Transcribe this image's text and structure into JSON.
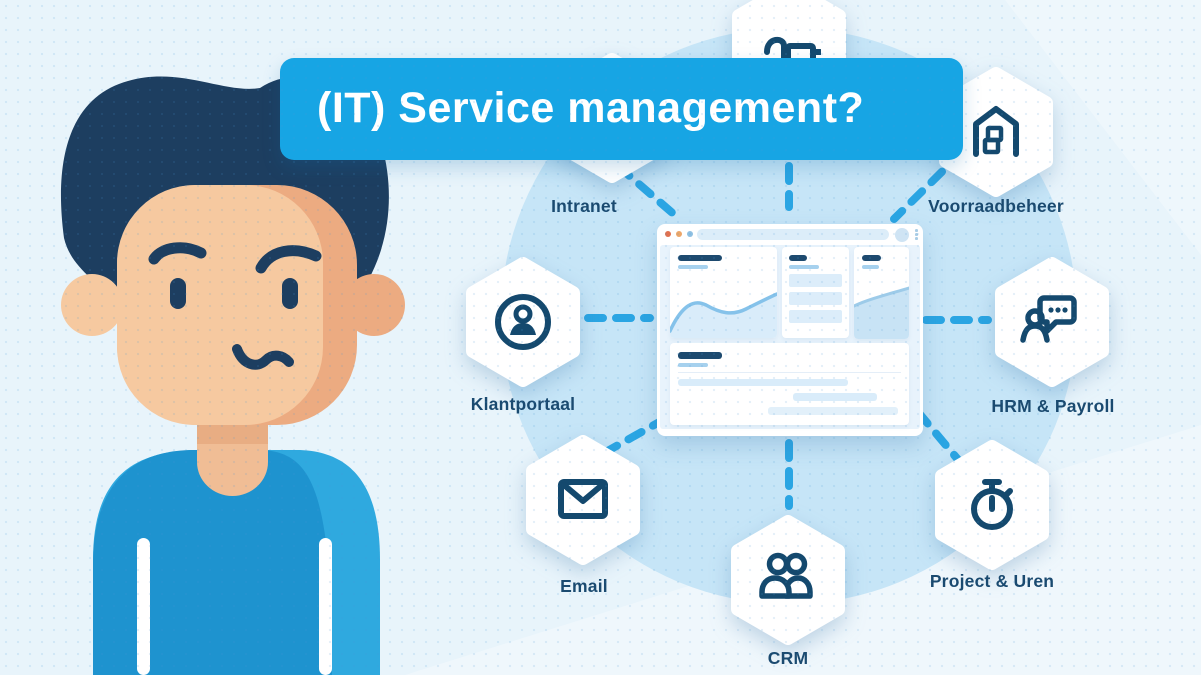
{
  "banner": {
    "title": "(IT) Service management?"
  },
  "diagram": {
    "hub": {
      "name": "browser-dashboard-mockup"
    },
    "services": [
      {
        "id": "cart",
        "label": "",
        "icon": "shopping-cart-icon"
      },
      {
        "id": "intranet",
        "label": "Intranet",
        "icon": "hidden-behind-banner"
      },
      {
        "id": "voorraadbeheer",
        "label": "Voorraadbeheer",
        "icon": "warehouse-icon"
      },
      {
        "id": "klantportaal",
        "label": "Klantportaal",
        "icon": "user-circle-icon"
      },
      {
        "id": "hrm_payroll",
        "label": "HRM & Payroll",
        "icon": "person-chat-icon"
      },
      {
        "id": "email",
        "label": "Email",
        "icon": "envelope-icon"
      },
      {
        "id": "project_uren",
        "label": "Project & Uren",
        "icon": "stopwatch-icon"
      },
      {
        "id": "crm",
        "label": "CRM",
        "icon": "two-users-icon"
      }
    ],
    "colors": {
      "background": "#e8f4fb",
      "circle": "#c6e5f7",
      "banner": "#17a5e4",
      "connector": "#2aa5e3",
      "icon_navy": "#14496e",
      "label_navy": "#1a4a70",
      "hexagon": "#ffffff"
    }
  },
  "character": {
    "description": "worried-man-illustration",
    "colors": {
      "hair": "#1d3e60",
      "skin": "#f6c9a0",
      "skin_shade": "#ecab81",
      "shirt": "#1e93cf",
      "shirt_light": "#2fa9df"
    }
  }
}
